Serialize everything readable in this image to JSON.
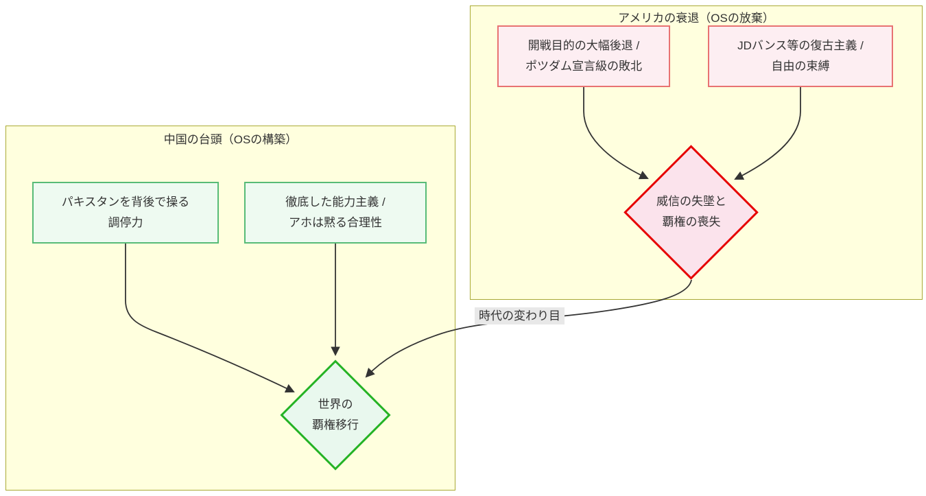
{
  "diagram": {
    "clusters": {
      "usa": {
        "title": "アメリカの衰退（OSの放棄）"
      },
      "china": {
        "title": "中国の台頭（OSの構築）"
      }
    },
    "nodes": {
      "retreat": {
        "line1": "開戦目的の大幅後退 /",
        "line2": "ポツダム宣言級の敗北"
      },
      "vance": {
        "line1": "JDバンス等の復古主義 /",
        "line2": "自由の束縛"
      },
      "prestige_loss": {
        "line1": "威信の失墜と",
        "line2": "覇権の喪失"
      },
      "pakistan": {
        "line1": "パキスタンを背後で操る",
        "line2": "調停力"
      },
      "merit": {
        "line1": "徹底した能力主義 /",
        "line2": "アホは黙る合理性"
      },
      "hegemony_shift": {
        "line1": "世界の",
        "line2": "覇権移行"
      }
    },
    "edge_label": "時代の変わり目",
    "colors": {
      "cluster_fill": "#ffffde",
      "cluster_border": "#aaaa33",
      "pink_fill": "#fdeef2",
      "pink_border": "#e87272",
      "red_diamond_fill": "#fbe3ec",
      "red_diamond_border": "#e60000",
      "green_fill": "#eefaf1",
      "green_border": "#57bb77",
      "green_diamond_fill": "#e9f8ee",
      "green_diamond_border": "#25b325",
      "edge": "#333333",
      "edge_label_bg": "#e8e8e8",
      "text": "#333333"
    }
  }
}
